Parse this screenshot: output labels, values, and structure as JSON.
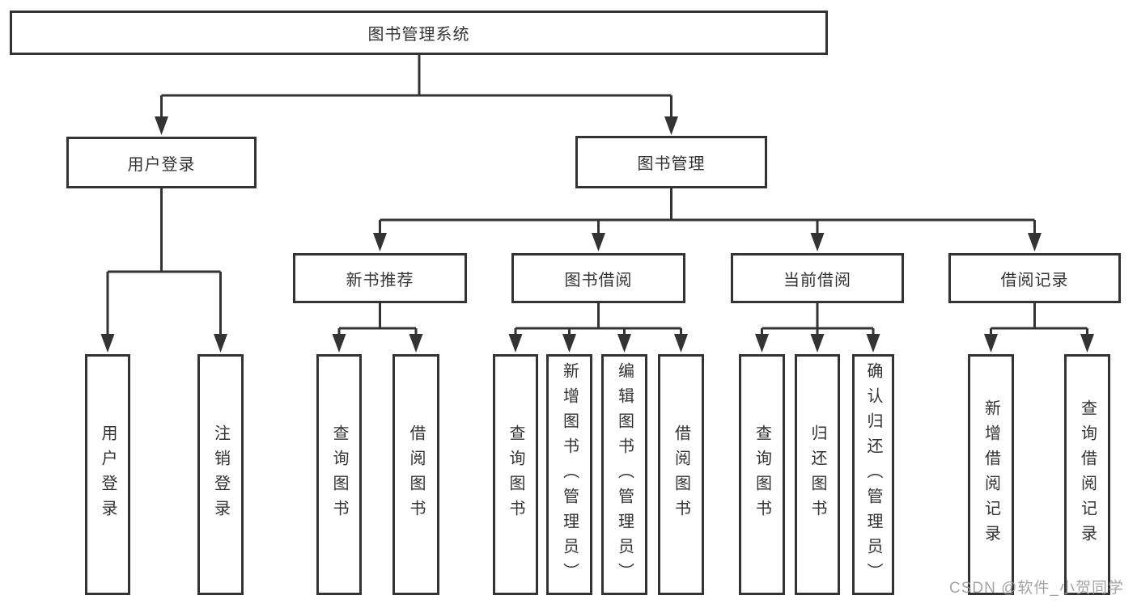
{
  "title": "图书管理系统",
  "level2": {
    "user_login": "用户登录",
    "book_management": "图书管理"
  },
  "level3": {
    "new_book_recommend": "新书推荐",
    "book_borrow": "图书借阅",
    "current_borrow": "当前借阅",
    "borrow_records": "借阅记录"
  },
  "leaves": {
    "user_login": "用户登录",
    "logout": "注销登录",
    "recommend_query_book": "查询图书",
    "recommend_borrow_book": "借阅图书",
    "borrow_query_book": "查询图书",
    "borrow_add_book": "新增图书（管理员）",
    "borrow_edit_book": "编辑图书（管理员）",
    "borrow_borrow_book": "借阅图书",
    "current_query_book": "查询图书",
    "current_return_book": "归还图书",
    "current_confirm_return": "确认归还（管理员）",
    "records_add_record": "新增借阅记录",
    "records_query_record": "查询借阅记录"
  },
  "watermark": "CSDN @软件_小贺同学",
  "colors": {
    "line": "#333333",
    "text": "#333333",
    "box_background": "#ffffff",
    "watermark": "#9b9b9b"
  }
}
